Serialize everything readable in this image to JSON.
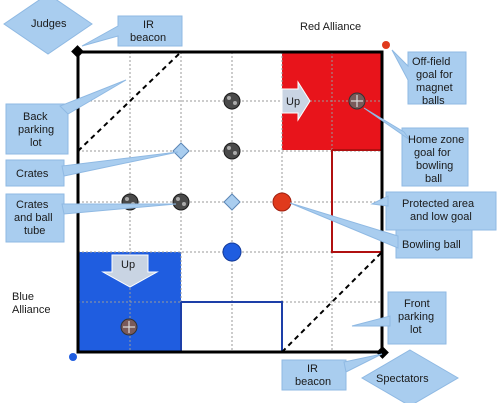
{
  "labels": {
    "judges": "Judges",
    "ir_beacon_top_1": "IR",
    "ir_beacon_top_2": "beacon",
    "red_alliance": "Red Alliance",
    "off_field_1": "Off-field",
    "off_field_2": "goal for",
    "off_field_3": "magnet",
    "off_field_4": "balls",
    "back_parking_1": "Back",
    "back_parking_2": "parking",
    "back_parking_3": "lot",
    "home_zone_1": "Home zone",
    "home_zone_2": "goal for",
    "home_zone_3": "bowling",
    "home_zone_4": "ball",
    "crates": "Crates",
    "crates_tube_1": "Crates",
    "crates_tube_2": "and ball",
    "crates_tube_3": "tube",
    "protected_1": "Protected area",
    "protected_2": "and low goal",
    "bowling_ball": "Bowling ball",
    "blue_alliance_1": "Blue",
    "blue_alliance_2": "Alliance",
    "front_parking_1": "Front",
    "front_parking_2": "parking",
    "front_parking_3": "lot",
    "ir_beacon_bottom_1": "IR",
    "ir_beacon_bottom_2": "beacon",
    "spectators": "Spectators",
    "up_red": "Up",
    "up_blue": "Up"
  },
  "colors": {
    "red_zone": "#e8141b",
    "blue_zone": "#1f5de0",
    "callout_fill": "#a9cdef",
    "callout_stroke": "#8fb9e3",
    "field_border": "#000000",
    "grid": "#9a9a9a",
    "arrow_fill": "#c9d4e3"
  }
}
